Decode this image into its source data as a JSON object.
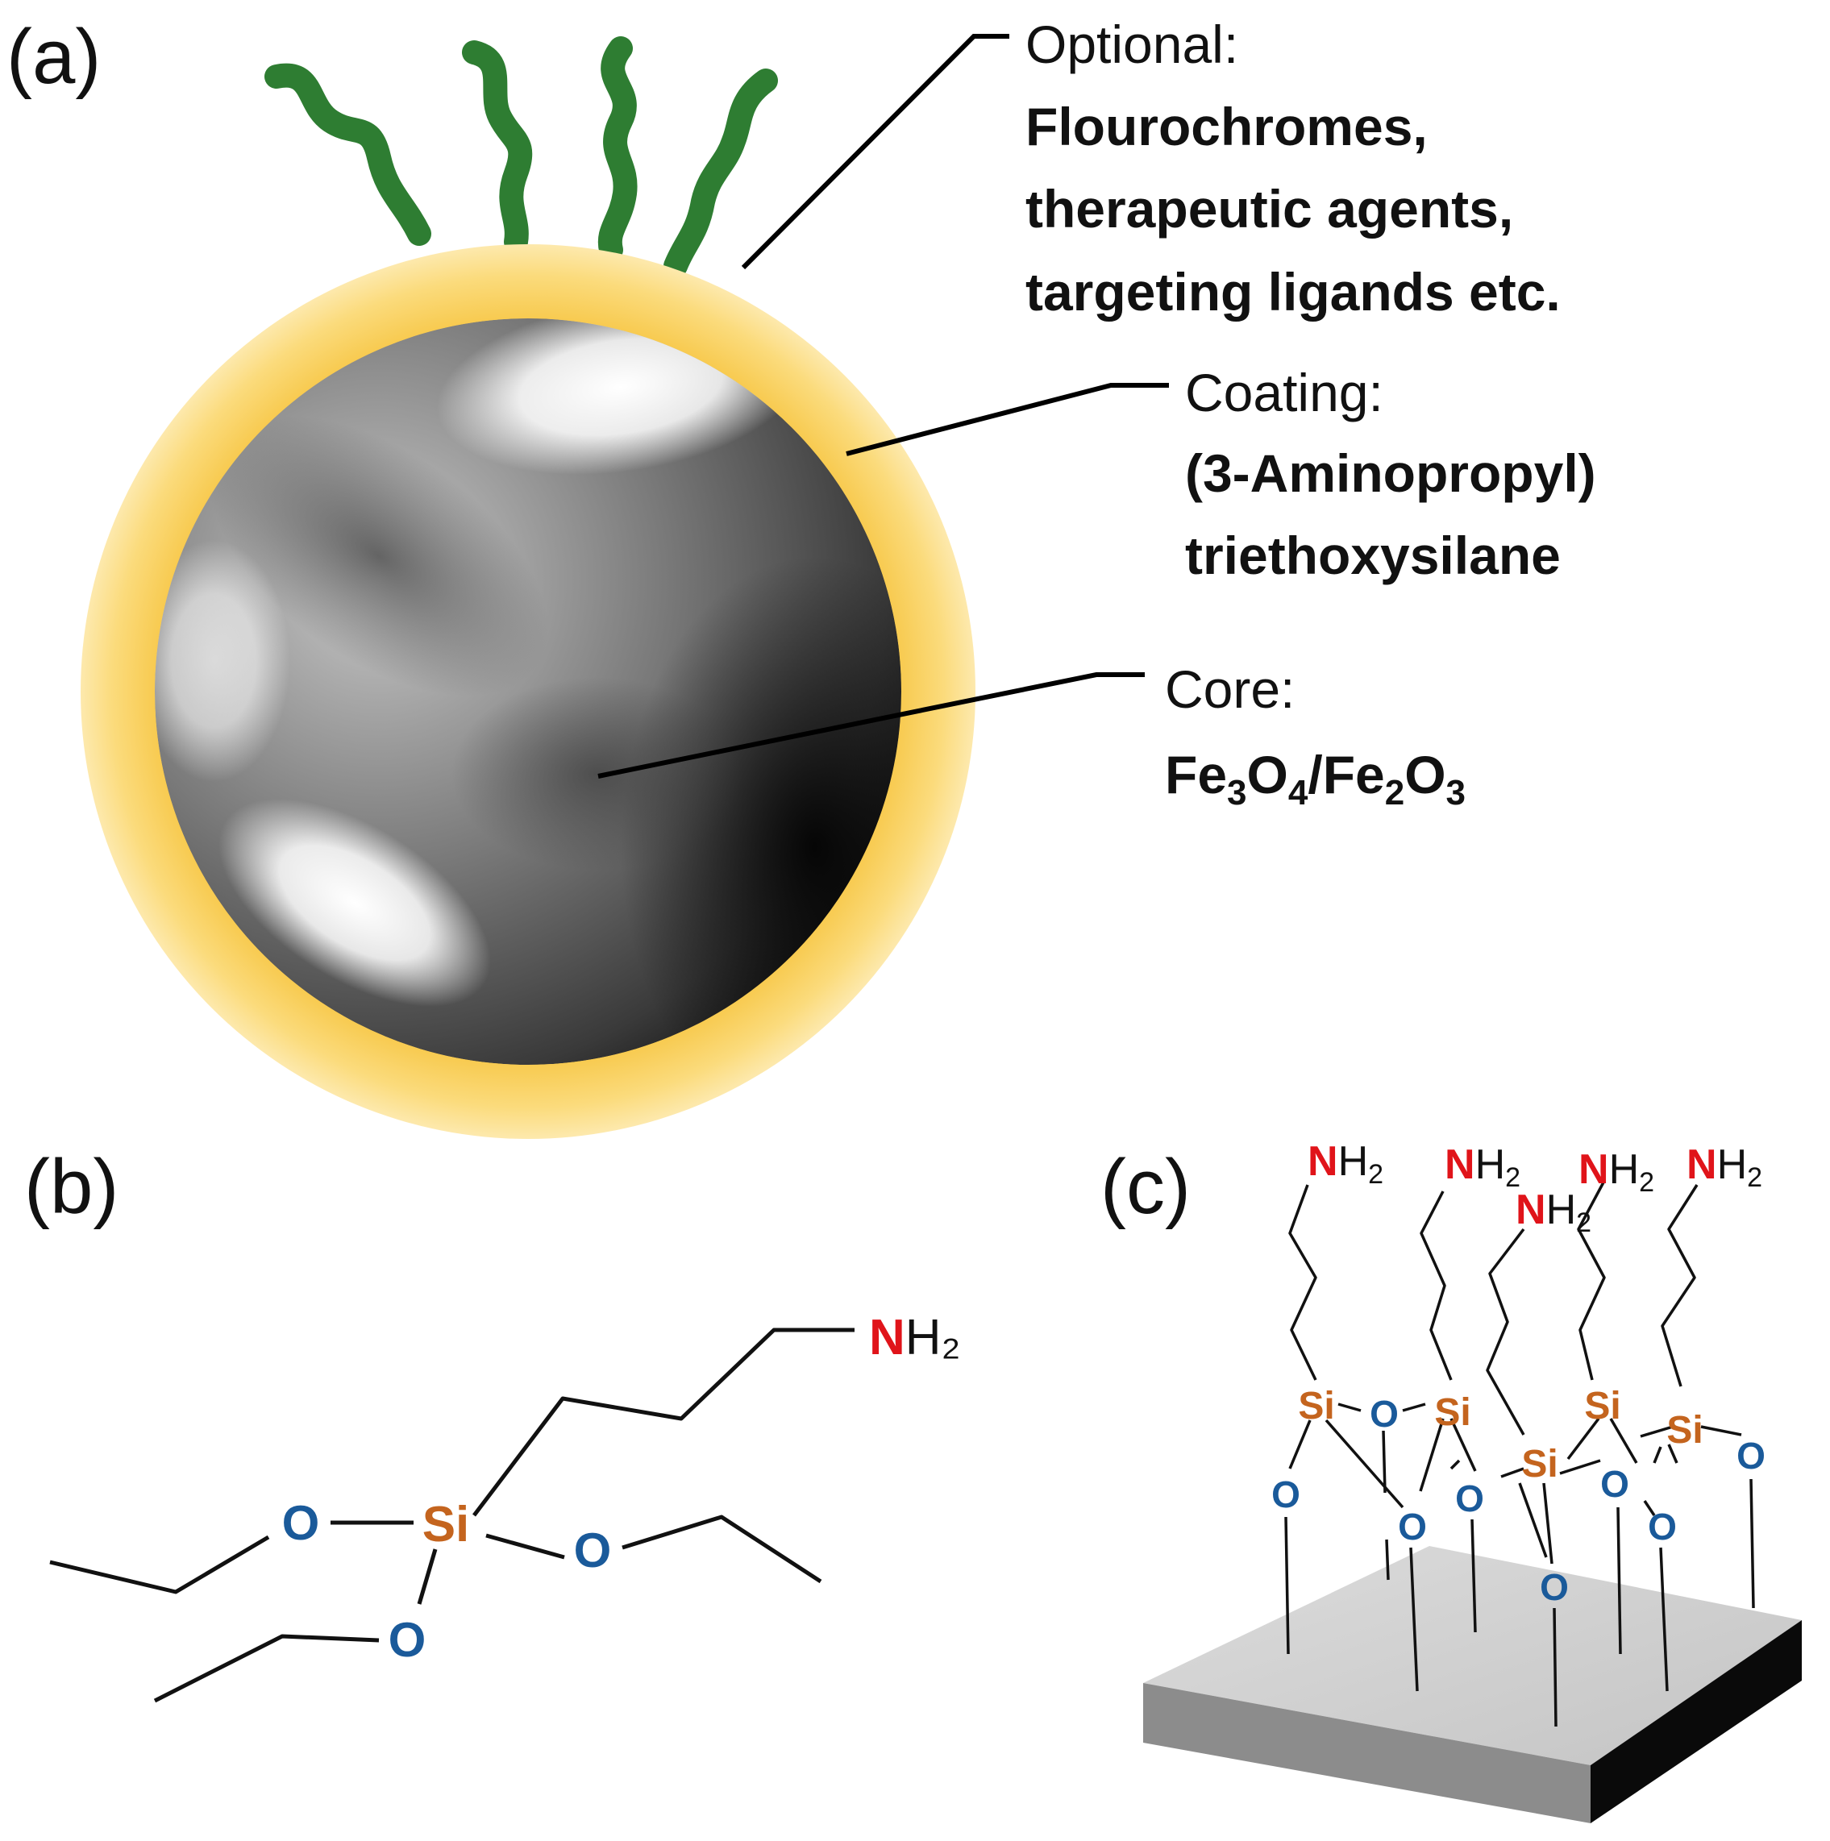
{
  "panels": {
    "a": {
      "label": "(a)",
      "optional": {
        "heading": "Optional:",
        "lines": [
          "Flourochromes,",
          "therapeutic agents,",
          "targeting ligands etc."
        ]
      },
      "coating": {
        "heading": "Coating:",
        "lines": [
          "(3-Aminopropyl)",
          "triethoxysilane"
        ]
      },
      "core": {
        "heading": "Core:",
        "formula": {
          "fe1": "Fe",
          "sub3a": "3",
          "o1": "O",
          "sub4": "4",
          "slash": "/",
          "fe2": "Fe",
          "sub2": "2",
          "o2": "O",
          "sub3b": "3"
        }
      },
      "colors": {
        "ligand": "#2e7d32",
        "coating": "#f9d66a",
        "core_dark": "#000000",
        "core_light": "#ffffff"
      }
    },
    "b": {
      "label": "(b)",
      "atoms": {
        "o": "O",
        "si": "Si",
        "n": "N",
        "h2": "H₂"
      }
    },
    "c": {
      "label": "(c)",
      "atoms": {
        "o": "O",
        "si": "Si",
        "n": "N",
        "h": "H",
        "sub2": "2"
      }
    }
  }
}
